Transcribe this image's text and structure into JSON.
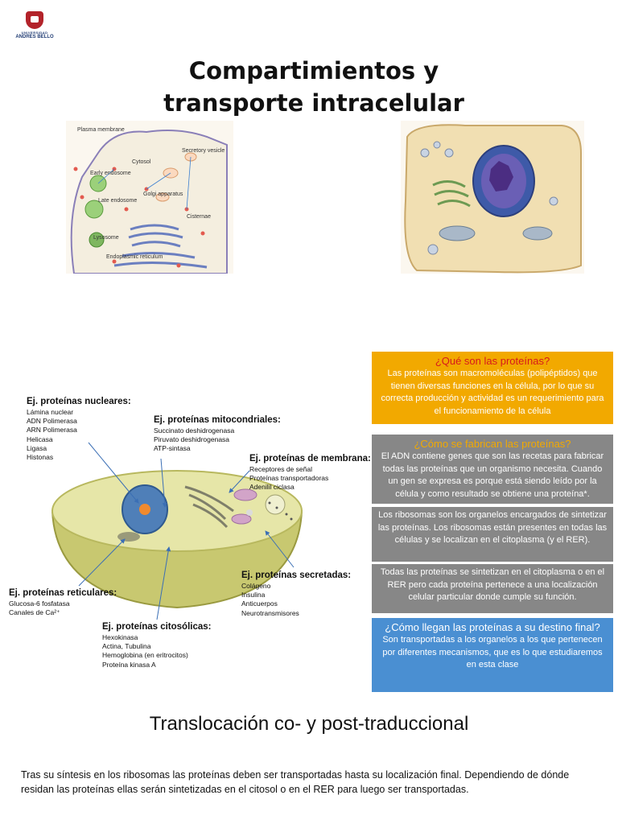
{
  "logo": {
    "university_line": "UNIVERSIDAD",
    "name_line": "ANDRES BELLO"
  },
  "title": {
    "line1": "Compartimientos y",
    "line2": "transporte intracelular"
  },
  "figure1": {
    "labels": [
      "Plasma membrane",
      "Cytosol",
      "Secretory vesicle",
      "Early endosome",
      "Late endosome",
      "Golgi apparatus",
      "Cisternae",
      "Lysosome",
      "Endoplasmic reticulum"
    ]
  },
  "cell_groups": {
    "nucleares": {
      "heading": "Ej. proteínas nucleares:",
      "items": [
        "Lámina nuclear",
        "ADN Polimerasa",
        "ARN Polimerasa",
        "Helicasa",
        "Ligasa",
        "Histonas"
      ]
    },
    "mitocondriales": {
      "heading": "Ej. proteínas mitocondriales:",
      "items": [
        "Succinato deshidrogenasa",
        "Piruvato deshidrogenasa",
        "ATP-sintasa"
      ]
    },
    "membrana": {
      "heading": "Ej. proteínas de membrana:",
      "items": [
        "Receptores de señal",
        "Proteínas transportadoras",
        "Adenilil ciclasa"
      ]
    },
    "reticulares": {
      "heading": "Ej. proteínas reticulares:",
      "items": [
        "Glucosa-6 fosfatasa",
        "Canales de Ca²⁺"
      ]
    },
    "secretadas": {
      "heading": "Ej. proteínas secretadas:",
      "items": [
        "Colágeno",
        "Insulina",
        "Anticuerpos",
        "Neurotransmisores"
      ]
    },
    "citosolicas": {
      "heading": "Ej. proteínas citosólicas:",
      "items": [
        "Hexokinasa",
        "Actina, Tubulina",
        "Hemoglobina (en eritrocitos)",
        "Proteína kinasa A"
      ]
    }
  },
  "boxes": {
    "box1": {
      "heading": "¿Qué son las proteínas?",
      "text": "Las proteínas son macromoléculas (polipéptidos) que tienen diversas funciones en la célula, por lo que su correcta producción y actividad es un requerimiento para el funcionamiento de la célula"
    },
    "box2": {
      "heading": "¿Cómo se fabrican las proteínas?",
      "text": "El ADN contiene genes que son las recetas para fabricar todas las proteínas que un organismo necesita. Cuando un gen se expresa es porque está siendo leído por la célula y como resultado se obtiene una proteína*."
    },
    "box3": {
      "text": "Los ribosomas son los organelos encargados de sintetizar las proteínas. Los ribosomas están presentes en todas las células y se localizan en el citoplasma (y el RER)."
    },
    "box4": {
      "text": "Todas las proteínas se sintetizan en el citoplasma o en el RER pero cada proteína pertenece a una localización celular particular donde cumple su función."
    },
    "box5": {
      "heading": "¿Cómo llegan las proteínas a su destino final?",
      "text": "Son transportadas a los organelos a los que pertenecen por diferentes mecanismos, que es lo que estudiaremos en esta clase"
    }
  },
  "subtitle": "Translocación co- y post-traduccional",
  "paragraph": "Tras su síntesis en los ribosomas las proteínas deben ser transportadas hasta su localización final. Dependiendo de dónde residan las proteínas ellas serán sintetizadas en el citosol o en el RER para luego ser transportadas.",
  "colors": {
    "orange_box": "#f2a900",
    "gray_box": "#878787",
    "blue_box": "#4a8fd2",
    "red_heading": "#d7191c"
  }
}
